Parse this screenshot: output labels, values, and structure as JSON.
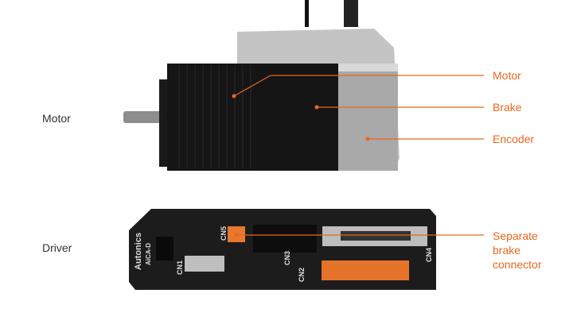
{
  "left_labels": {
    "motor": "Motor",
    "driver": "Driver"
  },
  "callouts": {
    "motor": "Motor",
    "brake": "Brake",
    "encoder": "Encoder",
    "separate_brake_connector": [
      "Separate",
      "brake",
      "connector"
    ]
  },
  "driver_markings": {
    "brand": "Autonics",
    "model": "AiCA-D",
    "cn1": "CN1",
    "cn2": "CN2",
    "cn3": "CN3",
    "cn4": "CN4",
    "cn5": "CN5"
  },
  "colors": {
    "accent": "#e8661e",
    "driver_body": "#1c1c1c",
    "motor_body": "#151515",
    "encoder_body": "#a9a9a9"
  }
}
